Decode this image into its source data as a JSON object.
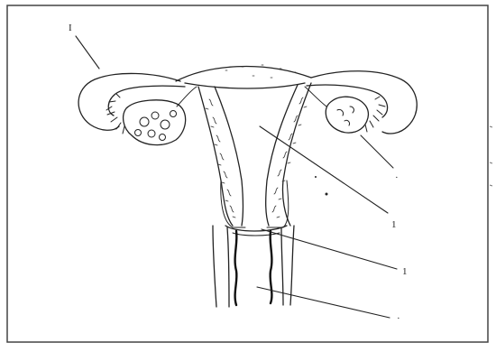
{
  "figure": {
    "labels": {
      "top_left": "I",
      "right_ovary": "·",
      "uterus_cavity": "1",
      "cervix": "1",
      "vagina": "·"
    }
  }
}
